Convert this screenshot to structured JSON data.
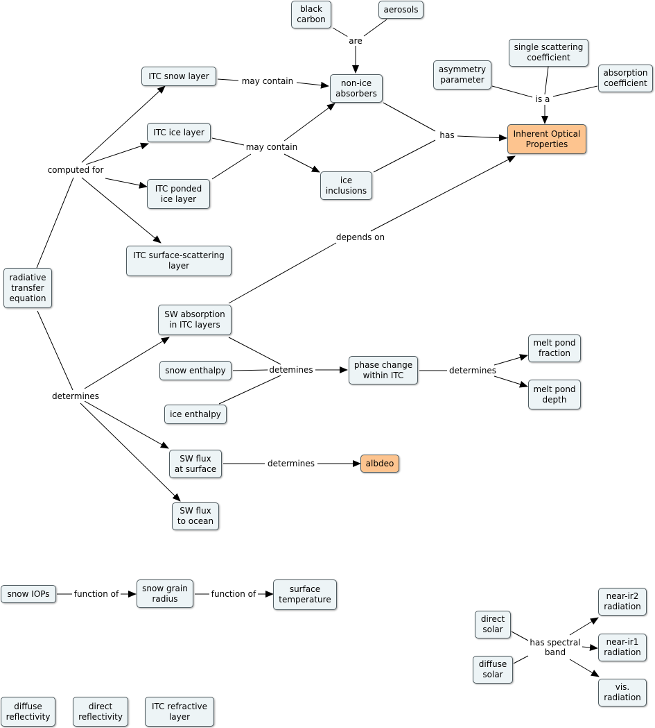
{
  "nodes": {
    "black_carbon": "black\ncarbon",
    "aerosols": "aerosols",
    "non_ice_absorbers": "non-ice\nabsorbers",
    "itc_snow_layer": "ITC snow layer",
    "itc_ice_layer": "ITC ice layer",
    "itc_ponded_ice_layer": "ITC ponded\nice layer",
    "itc_surface_scattering_layer": "ITC surface-scattering\nlayer",
    "ice_inclusions": "ice\ninclusions",
    "asymmetry_parameter": "asymmetry\nparameter",
    "single_scattering_coefficient": "single scattering\ncoefficient",
    "absorption_coefficient": "absorption\ncoefficient",
    "inherent_optical_properties": "Inherent Optical\nProperties",
    "radiative_transfer_equation": "radiative\ntransfer\nequation",
    "sw_absorption_itc": "SW absorption\nin ITC layers",
    "snow_enthalpy": "snow enthalpy",
    "ice_enthalpy": "ice enthalpy",
    "phase_change_itc": "phase change\nwithin ITC",
    "melt_pond_fraction": "melt pond\nfraction",
    "melt_pond_depth": "melt pond\ndepth",
    "sw_flux_surface": "SW flux\nat surface",
    "albdeo": "albdeo",
    "sw_flux_ocean": "SW flux\nto ocean",
    "snow_iops": "snow IOPs",
    "snow_grain_radius": "snow grain\nradius",
    "surface_temperature": "surface\ntemperature",
    "direct_solar": "direct\nsolar",
    "diffuse_solar": "diffuse\nsolar",
    "near_ir2_radiation": "near-ir2\nradiation",
    "near_ir1_radiation": "near-ir1\nradiation",
    "vis_radiation": "vis.\nradiation",
    "diffuse_reflectivity": "diffuse\nreflectivity",
    "direct_reflectivity": "direct\nreflectivity",
    "itc_refractive_layer": "ITC refractive\nlayer"
  },
  "links": {
    "are": "are",
    "may_contain_1": "may contain",
    "may_contain_2": "may contain",
    "has": "has",
    "is_a": "is a",
    "computed_for": "computed for",
    "depends_on": "depends on",
    "determines_main": "determines",
    "detemines": "detemines",
    "determines_phase": "determines",
    "determines_albedo": "determines",
    "function_of_1": "function of",
    "function_of_2": "function of",
    "has_spectral_band": "has spectral\nband"
  },
  "colors": {
    "node_fill": "#edf4f6",
    "highlight_fill": "#fdc48f",
    "border": "#4f5b60",
    "line": "#000000"
  }
}
